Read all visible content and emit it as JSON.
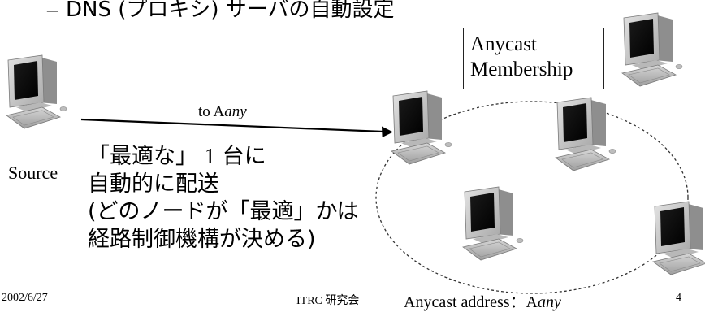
{
  "slide": {
    "top_bullet_dash": "–",
    "top_bullet_text": "DNS (プロキシ) サーバの自動設定"
  },
  "diagram": {
    "source_label": "Source",
    "arrow_label_prefix": "to A",
    "arrow_label_italic": "any",
    "membership_line1": "Anycast",
    "membership_line2": "Membership",
    "notes": {
      "line1_a": "「最適な」",
      "line1_b": "1",
      "line1_c": "台に",
      "line2": "自動的に配送",
      "line3": "(どのノードが「最適」かは",
      "line4": "経路制御機構が決める)"
    },
    "icons": [
      "computer-icon"
    ]
  },
  "footer": {
    "date": "2002/6/27",
    "org": "ITRC 研究会",
    "address_prefix": "Anycast address：A",
    "address_italic": "any",
    "page": "4"
  }
}
